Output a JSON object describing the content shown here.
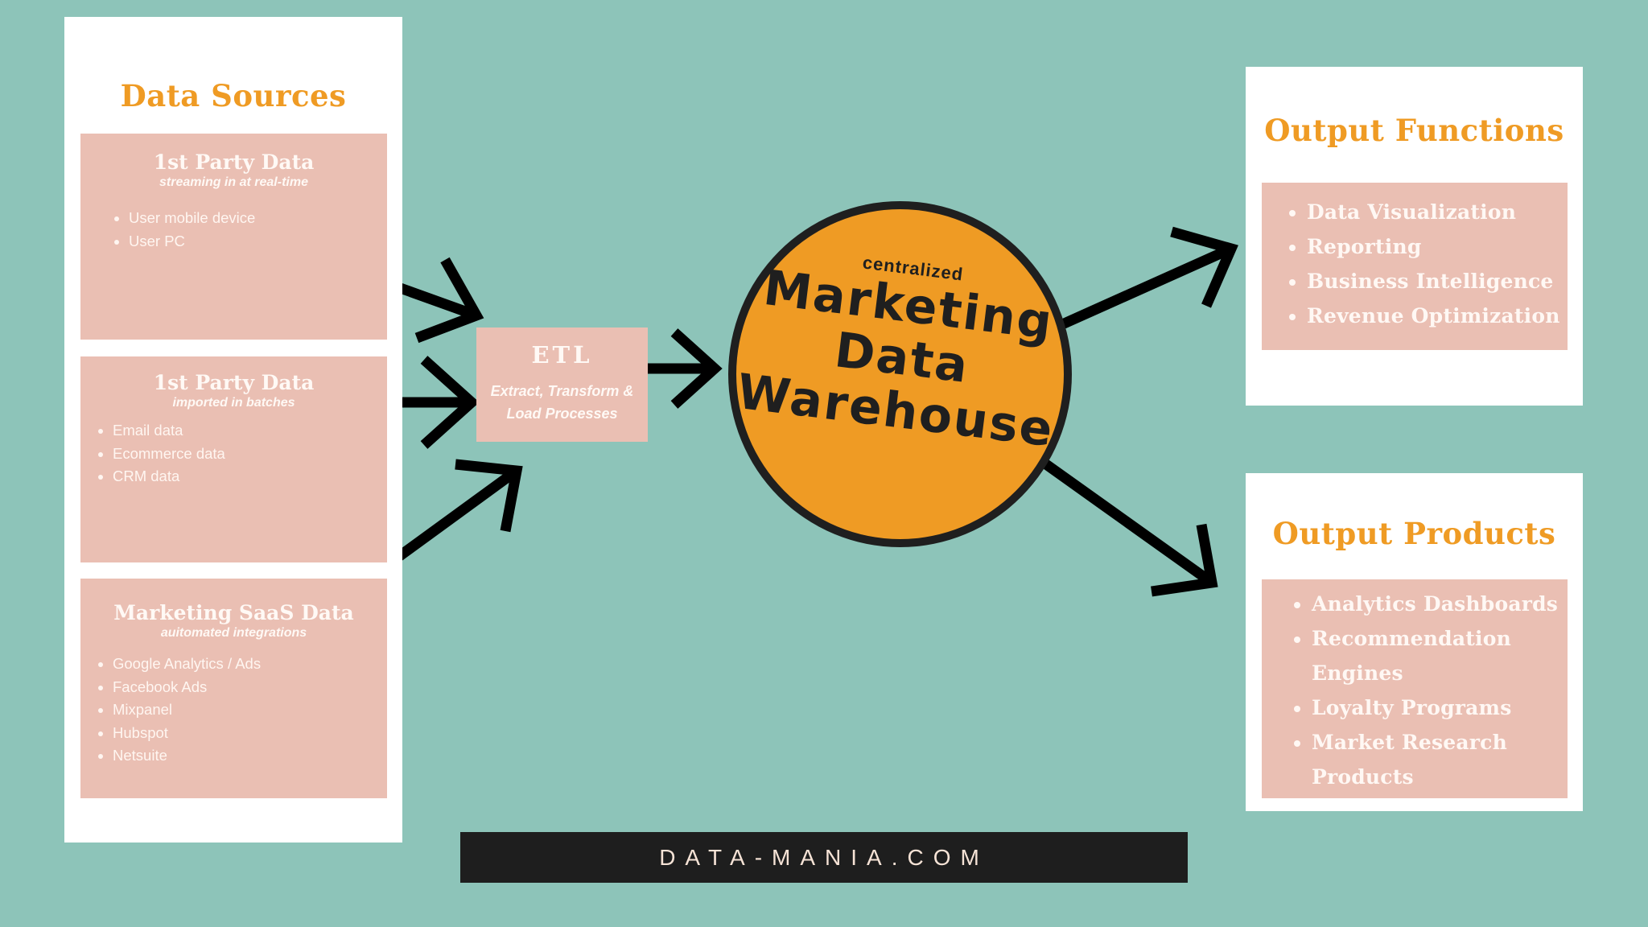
{
  "colors": {
    "background": "#8dc4b9",
    "panel": "#ffffff",
    "box": "#eabfb3",
    "accent_orange": "#ef9b24",
    "dark": "#1e1e1e"
  },
  "data_sources": {
    "title": "Data Sources",
    "boxes": [
      {
        "heading": "1st Party Data",
        "subtitle": "streaming in at real-time",
        "items": [
          "User mobile device",
          "User PC"
        ]
      },
      {
        "heading": "1st Party Data",
        "subtitle": "imported in batches",
        "items": [
          "Email data",
          "Ecommerce data",
          "CRM data"
        ]
      },
      {
        "heading": "Marketing SaaS Data",
        "subtitle": "auitomated integrations",
        "items": [
          "Google Analytics / Ads",
          "Facebook Ads",
          "Mixpanel",
          "Hubspot",
          "Netsuite"
        ]
      }
    ]
  },
  "etl": {
    "title": "ETL",
    "subtitle_line1": "Extract, Transform &",
    "subtitle_line2": "Load Processes"
  },
  "warehouse": {
    "kicker": "centralized",
    "line1": "Marketing",
    "line2": "Data",
    "line3": "Warehouse"
  },
  "output_functions": {
    "title": "Output Functions",
    "items": [
      "Data Visualization",
      "Reporting",
      "Business Intelligence",
      "Revenue Optimization"
    ]
  },
  "output_products": {
    "title": "Output Products",
    "items": [
      {
        "line1": "Analytics Dashboards"
      },
      {
        "line1": "Recommendation",
        "line2": "Engines"
      },
      {
        "line1": "Loyalty Programs"
      },
      {
        "line1": "Market Research",
        "line2": "Products"
      }
    ]
  },
  "footer": {
    "brand": "DATA-MANIA.COM"
  }
}
